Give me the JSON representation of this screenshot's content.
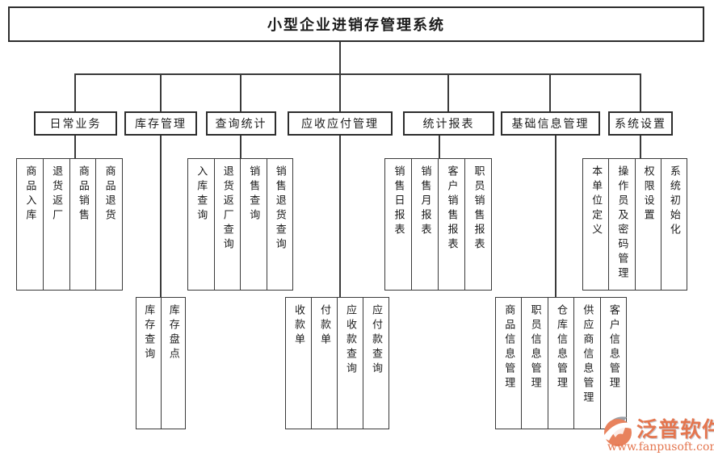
{
  "title": "小型企业进销存管理系统",
  "colors": {
    "line": "#3a3a3a",
    "box_border": "#2d2d2d",
    "background": "#ffffff",
    "text": "#1c1c1c",
    "watermark_accent": "#e4764f"
  },
  "tree": {
    "root": "小型企业进销存管理系统",
    "branches": [
      {
        "label": "日常业务",
        "children": [
          "商品入库",
          "退货返厂",
          "商品销售",
          "商品退货"
        ]
      },
      {
        "label": "库存管理",
        "children": [
          "库存查询",
          "库存盘点"
        ]
      },
      {
        "label": "查询统计",
        "children": [
          "入库查询",
          "退货返厂查询",
          "销售查询",
          "销售退货查询"
        ]
      },
      {
        "label": "应收应付管理",
        "children": [
          "收款单",
          "付款单",
          "应收款查询",
          "应付款查询"
        ]
      },
      {
        "label": "统计报表",
        "children": [
          "销售日报表",
          "销售月报表",
          "客户销售报表",
          "职员销售报表"
        ]
      },
      {
        "label": "基础信息管理",
        "children": [
          "商品信息管理",
          "职员信息管理",
          "仓库信息管理",
          "供应商信息管理",
          "客户信息管理"
        ]
      },
      {
        "label": "系统设置",
        "children": [
          "本单位定义",
          "操作员及密码管理",
          "权限设置",
          "系统初始化"
        ]
      }
    ]
  },
  "watermark": {
    "brand": "泛普软件",
    "url": "www.fanpusoft.com",
    "logo_icon": "fanpu-swirl-logo"
  }
}
